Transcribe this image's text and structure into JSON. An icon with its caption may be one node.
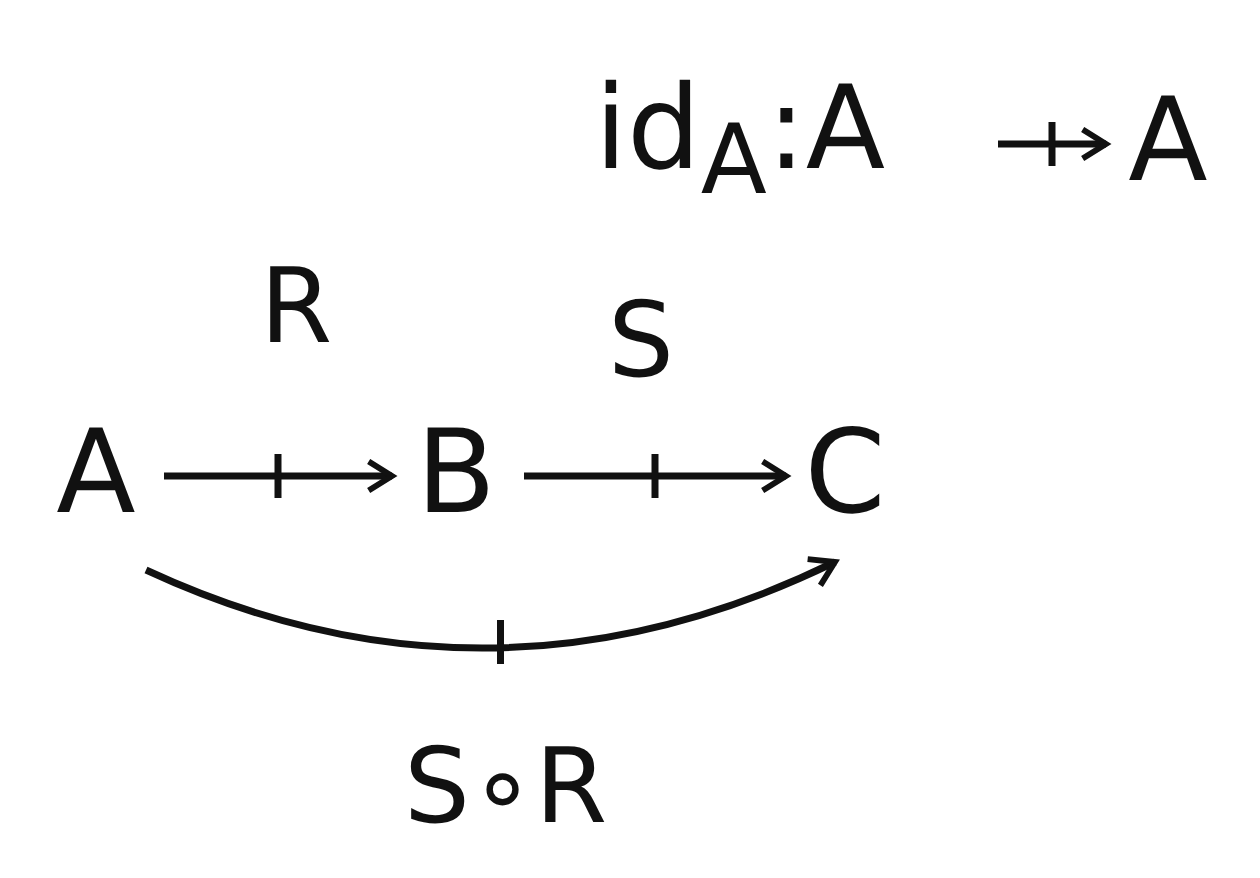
{
  "diagram": {
    "nodes": [
      {
        "text": [
          "A"
        ]
      },
      {
        "text": [
          "B"
        ]
      },
      {
        "text": [
          "C"
        ]
      },
      {
        "text": [
          "id$_{A}$:A"
        ]
      },
      {
        "text": [
          "A"
        ]
      }
    ],
    "edges": [
      {
        "from": 0,
        "to": 1,
        "arrow": "to",
        "label": "R"
      },
      {
        "from": 1,
        "to": 2,
        "arrow": "to",
        "label": "S"
      },
      {
        "from": 0,
        "to": 2,
        "arrow": "to",
        "label": "S∘R"
      },
      {
        "from": 3,
        "to": 4,
        "arrow": "to"
      }
    ]
  }
}
